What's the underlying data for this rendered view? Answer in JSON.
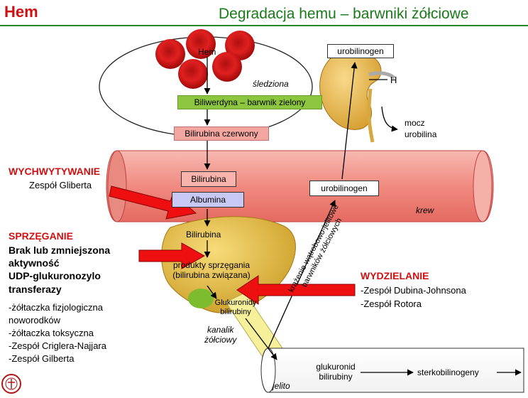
{
  "header": {
    "corner_title": "Hem",
    "title": "Degradacja hemu – barwniki żółciowe"
  },
  "spleen": {
    "hem_label": "Hem",
    "organ_label": "śledziona",
    "biliverdin_label": "Biliwerdyna – barwnik zielony",
    "red_bilirubin_label": "Bilirubina czerwony"
  },
  "blood": {
    "bilirubin_label": "Bilirubina",
    "albumin_label": "Albumina",
    "urobilinogen_label": "urobilinogen",
    "vessel_label": "krew"
  },
  "kidney": {
    "urobilinogen_label": "urobilinogen",
    "h_label": "H",
    "urine_label": "mocz\nurobilina"
  },
  "liver": {
    "bilirubin_label": "Bilirubina",
    "conjugation_products": "produkty sprzęgania\n(bilirubina związana)",
    "glucuronides_label": "Glukuronidy\nbilirubiny",
    "canal_label": "kanalik\nżółciowy",
    "return_path_label": "krążenie wątrobowo-jelitowe\nbarwników żółciowych"
  },
  "intestine": {
    "label": "jelito",
    "glucuronide_label": "glukuronid\nbilirubiny",
    "sterco_label": "sterkobilinogeny"
  },
  "left_notes": {
    "capture_heading": "WYCHWYTYWANIE",
    "capture_item": "Zespół Gliberta",
    "conjugation_heading": "SPRZĘGANIE",
    "conjugation_bold": "Brak lub zmniejszona\naktywność\nUDP-glukuronozylo\ntransferazy",
    "conjugation_items": "-żółtaczka fizjologiczna\nnoworodków\n-żółtaczka toksyczna\n-Zespół Criglera-Najjara\n-Zespół Gilberta"
  },
  "right_notes": {
    "secretion_heading": "WYDZIELANIE",
    "secretion_items": "-Zespół Dubina-Johnsona\n-Zespół Rotora"
  },
  "colors": {
    "accent_red": "#d01010",
    "title_green": "#1a7a1a",
    "vessel_pink": "#f4a6a0",
    "liver_yellow": "#e8c24a",
    "biliverdin_green": "#8cc63f",
    "albumin_lavender": "#c8c8f4"
  }
}
